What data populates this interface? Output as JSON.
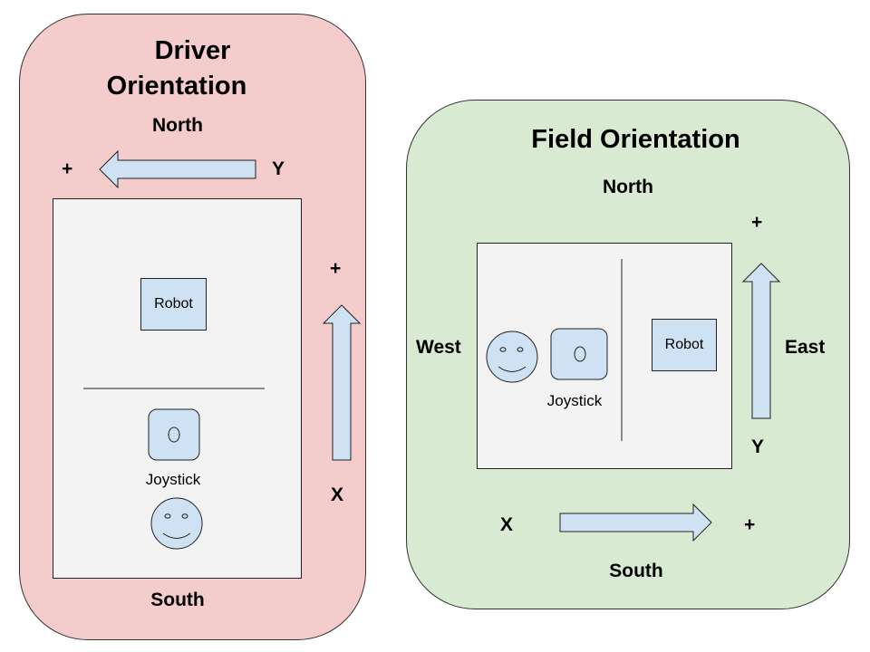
{
  "driver": {
    "title_line1": "Driver",
    "title_line2": "Orientation",
    "north": "North",
    "south": "South",
    "plus_y": "+",
    "y_axis": "Y",
    "plus_x": "+",
    "x_axis": "X",
    "robot": "Robot",
    "joystick": "Joystick"
  },
  "field": {
    "title": "Field Orientation",
    "north": "North",
    "south": "South",
    "west": "West",
    "east": "East",
    "plus_y": "+",
    "y_axis": "Y",
    "plus_x": "+",
    "x_axis": "X",
    "robot": "Robot",
    "joystick": "Joystick"
  },
  "colors": {
    "driver_bg": "#f4cccc",
    "field_bg": "#d9ead3",
    "shape_fill": "#cfe2f3",
    "box_fill": "#f3f3f3"
  }
}
